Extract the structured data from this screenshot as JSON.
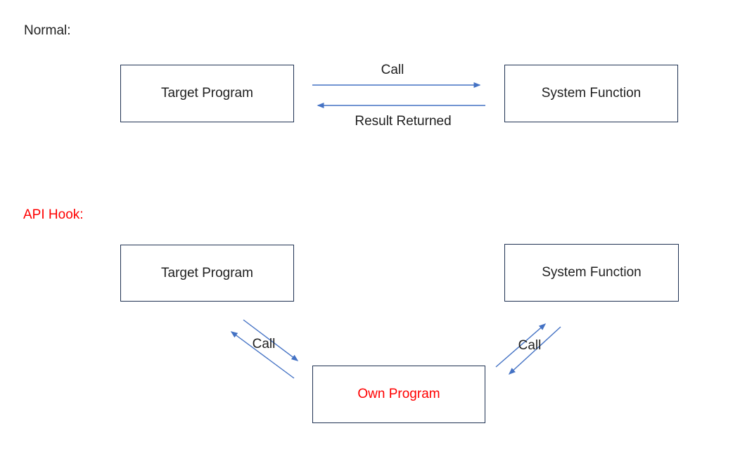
{
  "colors": {
    "arrow_blue": "#4472C4",
    "box_border": "#1e3152",
    "accent_red": "#ff0000",
    "text_color": "#1f1f1f",
    "bg": "#ffffff"
  },
  "normal_section": {
    "label": "Normal:",
    "target_box": "Target Program",
    "system_box": "System Function",
    "call_label": "Call",
    "result_label": "Result Returned"
  },
  "api_hook_section": {
    "label": "API Hook:",
    "target_box": "Target Program",
    "system_box": "System Function",
    "own_box": "Own Program",
    "left_call_label": "Call",
    "right_call_label": "Call"
  }
}
